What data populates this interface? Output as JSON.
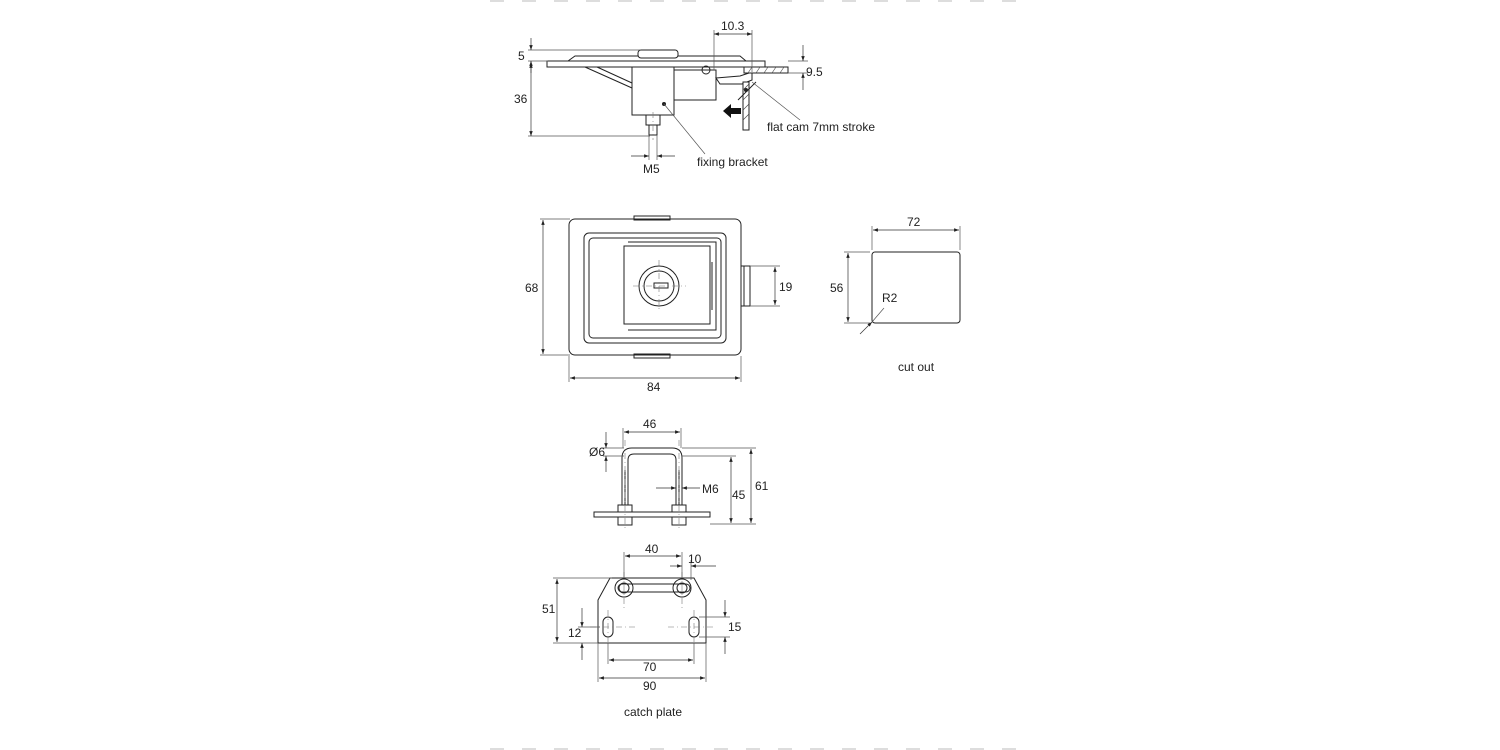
{
  "views": {
    "side": {
      "dims": {
        "plate_thk": "5",
        "body_height": "36",
        "cam_offset": "10.3",
        "cam_height": "9.5",
        "thread": "M5"
      },
      "callouts": {
        "cam": "flat cam 7mm stroke",
        "bracket": "fixing bracket"
      }
    },
    "front": {
      "dims": {
        "height": "68",
        "width": "84",
        "cam_width": "19"
      }
    },
    "cutout": {
      "dims": {
        "width": "72",
        "height": "56",
        "radius": "R2"
      },
      "caption": "cut out"
    },
    "striker": {
      "dims": {
        "spacing": "46",
        "pin_dia": "Ø6",
        "thread": "M6",
        "height_inner": "45",
        "height_overall": "61"
      }
    },
    "catch_plate": {
      "dims": {
        "slot_span": "40",
        "slot_width": "10",
        "height": "51",
        "hole_offset": "12",
        "slot_length": "15",
        "hole_spacing": "70",
        "width": "90"
      },
      "caption": "catch plate"
    }
  }
}
